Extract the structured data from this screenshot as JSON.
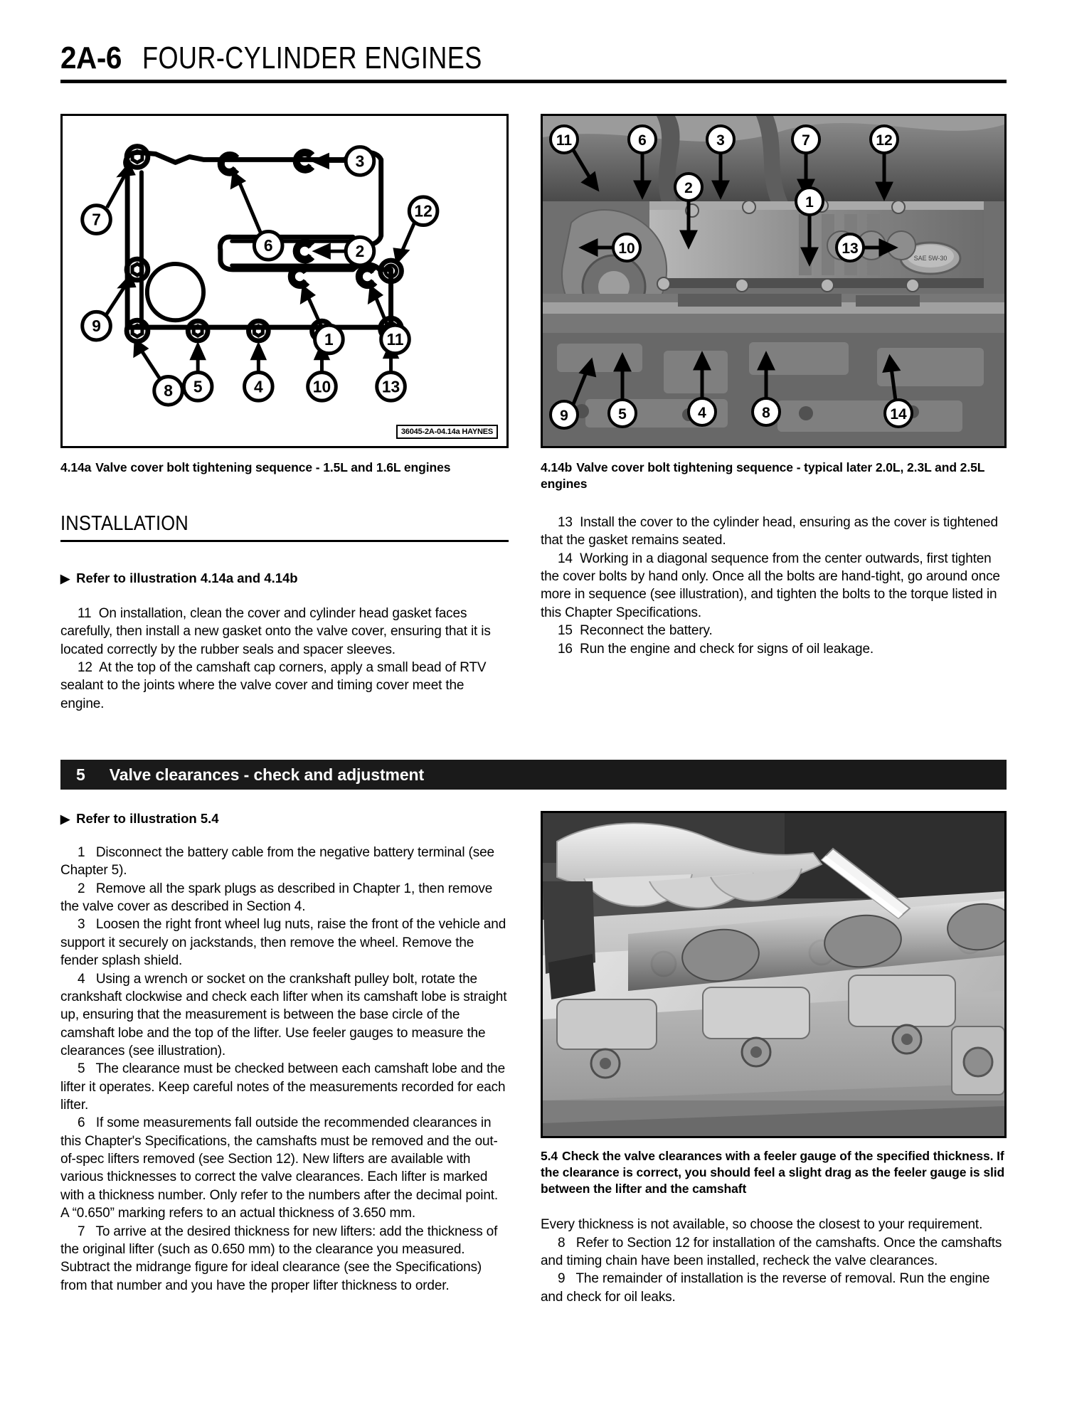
{
  "header": {
    "folio": "2A-6",
    "chapter_title": "FOUR-CYLINDER ENGINES"
  },
  "figures": {
    "fig_4_14a": {
      "id": "4.14a",
      "caption": "Valve cover bolt tightening sequence - 1.5L and 1.6L engines",
      "watermark": "36045-2A-04.14a HAYNES",
      "type": "schematic",
      "callout_numbers": [
        3,
        7,
        6,
        12,
        2,
        9,
        1,
        11,
        8,
        5,
        4,
        10,
        13
      ]
    },
    "fig_4_14b": {
      "id": "4.14b",
      "caption": "Valve cover bolt tightening sequence - typical later 2.0L, 2.3L and 2.5L engines",
      "type": "photograph",
      "callout_numbers": [
        11,
        6,
        3,
        7,
        12,
        2,
        1,
        10,
        13,
        9,
        5,
        4,
        8,
        14
      ]
    },
    "fig_5_4": {
      "id": "5.4",
      "caption": "Check the valve clearances with a feeler gauge of the specified thickness. If the clearance is correct, you should feel a slight drag as the feeler gauge is slid between the lifter and the camshaft",
      "type": "photograph"
    }
  },
  "installation": {
    "heading": "INSTALLATION",
    "refer_marker": "▶",
    "refer_text": "Refer to illustration 4.14a and 4.14b",
    "steps": [
      {
        "number": "11",
        "text": "On installation, clean the cover and cylinder head gasket faces carefully, then install a new gasket onto the valve cover, ensuring that it is located correctly by the rubber seals and spacer sleeves."
      },
      {
        "number": "12",
        "text": "At the top of the camshaft cap corners, apply a small bead of RTV sealant to the joints where the valve cover and timing cover meet the engine."
      },
      {
        "number": "13",
        "text": "Install the cover to the cylinder head, ensuring as the cover is tightened that the gasket remains seated."
      },
      {
        "number": "14",
        "text": "Working in a diagonal sequence from the center outwards, first tighten the cover bolts by hand only. Once all the bolts are hand-tight, go around once more in sequence (see illustration), and tighten the bolts to the torque listed in this Chapter Specifications."
      },
      {
        "number": "15",
        "text": "Reconnect the battery."
      },
      {
        "number": "16",
        "text": "Run the engine and check for signs of oil leakage."
      }
    ]
  },
  "section5": {
    "number": "5",
    "title": "Valve clearances - check and adjustment",
    "refer_marker": "▶",
    "refer_text": "Refer to illustration 5.4",
    "steps_left": [
      {
        "number": "1",
        "text": "Disconnect the battery cable from the negative battery terminal (see Chapter 5)."
      },
      {
        "number": "2",
        "text": "Remove all the spark plugs as described in Chapter 1, then remove the valve cover as described in Section 4."
      },
      {
        "number": "3",
        "text": "Loosen the right front wheel lug nuts, raise the front of the vehicle and support it securely on jackstands, then remove the wheel. Remove the fender splash shield."
      },
      {
        "number": "4",
        "text": "Using a wrench or socket on the crankshaft pulley bolt, rotate the crankshaft clockwise and check each lifter when its camshaft lobe is straight up, ensuring that the measurement is between the base circle of the camshaft lobe and the top of the lifter. Use feeler gauges to measure the clearances (see illustration)."
      },
      {
        "number": "5",
        "text": "The clearance must be checked between each camshaft lobe and the lifter it operates. Keep careful notes of the measurements recorded for each lifter."
      },
      {
        "number": "6",
        "text": "If some measurements fall outside the recommended clearances in this Chapter's Specifications, the camshafts must be removed and the out-of-spec lifters removed (see Section 12). New lifters are available with various thicknesses to correct the valve clearances. Each lifter is marked with a thickness number. Only refer to the numbers after the decimal point. A “0.650” marking refers to an actual thickness of 3.650 mm."
      },
      {
        "number": "7",
        "text": "To arrive at the desired thickness for new lifters: add the thickness of the original lifter (such as 0.650 mm) to the clearance you measured. Subtract the midrange figure for ideal clearance (see the Specifications) from that number and you have the proper lifter thickness to order."
      }
    ],
    "continuation_right": "Every thickness is not available, so choose the closest to your requirement.",
    "steps_right": [
      {
        "number": "8",
        "text": "Refer to Section 12 for installation of the camshafts. Once the camshafts and timing chain have been installed, recheck the valve clearances."
      },
      {
        "number": "9",
        "text": "The remainder of installation is the reverse of removal. Run the engine and check for oil leaks."
      }
    ]
  },
  "colors": {
    "ink": "#000000",
    "paper": "#ffffff",
    "section_bar": "#1a1a1a"
  }
}
